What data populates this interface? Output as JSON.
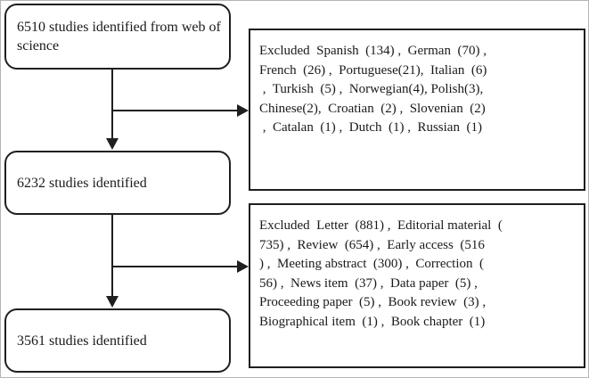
{
  "figure": {
    "type": "study-selection-flow-diagram",
    "boxes": [
      {
        "id": "initial",
        "text": "6510 studies identified from web of science"
      },
      {
        "id": "after-language-filter",
        "text": "6232 studies identified"
      },
      {
        "id": "after-type-filter",
        "text": "3561 studies identified"
      }
    ],
    "excluded_languages": {
      "lines": [
        "Excluded  Spanish  (134) ,  German  (70) ,",
        "French  (26) ,  Portuguese(21),  Italian  (6)",
        " ,  Turkish  (5) ,  Norwegian(4), Polish(3),",
        "Chinese(2),  Croatian  (2) ,  Slovenian  (2)",
        " ,  Catalan  (1) ,  Dutch  (1) ,  Russian  (1)"
      ]
    },
    "excluded_document_types": {
      "lines": [
        "Excluded  Letter  (881) ,  Editorial material  (",
        "735) ,  Review  (654) ,  Early access  (516",
        ") ,  Meeting abstract  (300) ,  Correction  (",
        "56) ,  News item  (37) ,  Data paper  (5) ,",
        "Proceeding paper  (5) ,  Book review  (3) ,",
        "Biographical item  (1) ,  Book chapter  (1)"
      ]
    },
    "colors": {
      "line": "#1f1f1f",
      "background": "#ffffff",
      "frame": "#b4b4b4"
    }
  }
}
